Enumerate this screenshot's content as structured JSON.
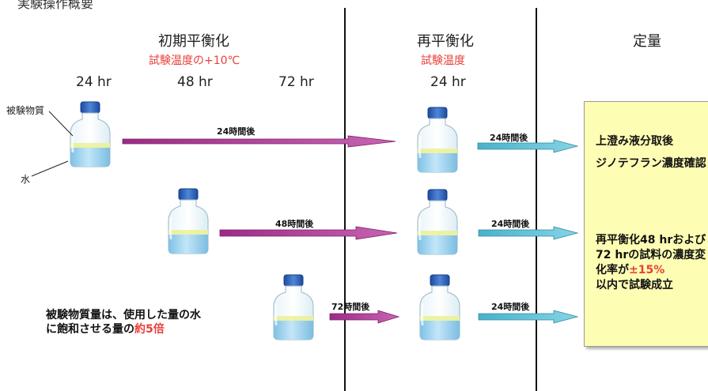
{
  "page": {
    "title": "実験操作概要"
  },
  "columns": {
    "initial": {
      "title": "初期平衡化",
      "note": "試験温度の+10℃"
    },
    "reequil": {
      "title": "再平衡化",
      "note": "試験温度",
      "time": "24 hr"
    },
    "quant": {
      "title": "定量"
    }
  },
  "times": [
    "24 hr",
    "48 hr",
    "72 hr"
  ],
  "labels": {
    "substance": "被験物質",
    "water": "水"
  },
  "arrows": {
    "row1": {
      "to_reequil": "24時間後",
      "to_quant": "24時間後"
    },
    "row2": {
      "to_reequil": "48時間後",
      "to_quant": "24時間後"
    },
    "row3": {
      "to_reequil": "72時間後",
      "to_quant": "24時間後"
    }
  },
  "note": {
    "line1": "被験物質量は、使用した量の水",
    "line2_prefix": "に飽和させる量の",
    "line2_highlight": "約5倍"
  },
  "result_box": {
    "line1": "上澄み液分取後",
    "line2": "ジノテフラン濃度確認",
    "para_prefix": "再平衡化48 hrおよび72 hrの試料の濃度変化率が",
    "para_highlight": "±15%",
    "para_suffix": "以内で試験成立"
  },
  "colors": {
    "purple_arrow": "#b53c9a",
    "cyan_arrow": "#4fb9d0",
    "highlight_red": "#e8403a",
    "box_fill": "#fdfdb3",
    "bottle_cap": "#2c60b8",
    "water": "#9fd4ef"
  },
  "icons": {
    "bottle": "bottle-icon"
  }
}
